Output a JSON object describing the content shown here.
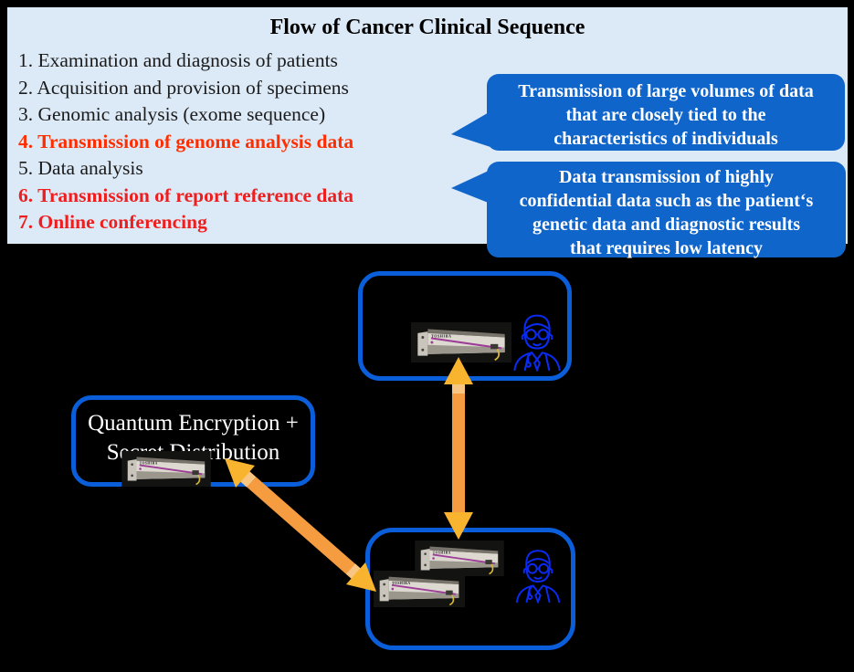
{
  "colors": {
    "panel_bg": "#dce9f6",
    "callout_blue": "#1065cb",
    "node_border_blue": "#0b5ed9",
    "arrow_shaft_orange": "#f59b40",
    "arrow_head_orange": "#f8b42e",
    "arrow_cap_light": "#f9c583",
    "item_orange_red": "#ff2e00",
    "item_red": "#ef1e1e",
    "person_blue": "#0a2af0",
    "stripe_purple": "#9c3e97"
  },
  "flow_panel": {
    "title": "Flow of Cancer Clinical Sequence",
    "items": [
      "1. Examination and diagnosis of patients",
      "2. Acquisition and provision of specimens",
      "3. Genomic analysis (exome sequence)",
      "4. Transmission of genome analysis data",
      "5. Data analysis",
      "6. Transmission of report reference data",
      "7. Online conferencing"
    ]
  },
  "callouts": {
    "large_volume": {
      "lines": [
        "Transmission of large volumes of data",
        "that are closely tied to the",
        "characteristics of individuals"
      ]
    },
    "confidential": {
      "lines": [
        "Data transmission of highly",
        "confidential data such as the patient‘s",
        "genetic data and diagnostic results",
        "that requires low latency"
      ]
    }
  },
  "quantum_box": {
    "line1": "Quantum Encryption +",
    "line2": "Secret Distribution"
  },
  "device_brand": "TOSHIBA"
}
